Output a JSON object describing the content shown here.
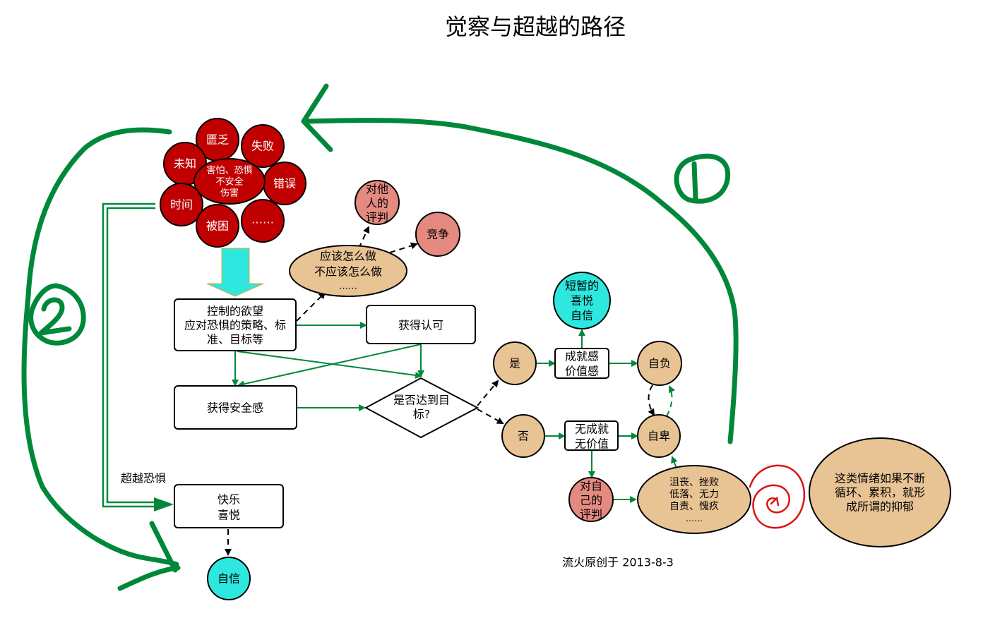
{
  "title": "觉察与超越的路径",
  "colors": {
    "fear_red": "#c00000",
    "tan": "#e8c394",
    "pink": "#e58a80",
    "cyan": "#2ee8e0",
    "green": "#00883a",
    "red_spiral": "#dd1111",
    "stroke": "#000000"
  },
  "fear_cluster": {
    "center": [
      "害怕、恐惧",
      "不安全",
      "伤害"
    ],
    "petals": [
      "匮乏",
      "失败",
      "未知",
      "错误",
      "时间",
      "被困",
      "……"
    ]
  },
  "boxes": {
    "control": [
      "控制的欲望",
      "应对恐惧的策略、标",
      "准、目标等"
    ],
    "recognition": "获得认可",
    "security": "获得安全感",
    "joy": [
      "快乐",
      "喜悦"
    ],
    "achievement": [
      "成就感",
      "价值感"
    ],
    "no_achievement": [
      "无成就",
      "无价值"
    ]
  },
  "ellipses": {
    "should": [
      "应该怎么做",
      "不应该怎么做",
      "……"
    ],
    "emotions": [
      "沮丧、挫败",
      "低落、无力",
      "自责、愧疚",
      "……"
    ],
    "depression": [
      "这类情绪如果不断",
      "循环、累积，就形",
      "成所谓的抑郁"
    ]
  },
  "circles": {
    "judge_others": [
      "对他",
      "人的",
      "评判"
    ],
    "competition": "竞争",
    "yes": "是",
    "no": "否",
    "short_joy": [
      "短暂的",
      "喜悦",
      "自信"
    ],
    "arrogance": "自负",
    "inferiority": "自卑",
    "judge_self": [
      "对自",
      "己的",
      "评判"
    ],
    "confidence": "自信"
  },
  "decision": [
    "是否达到目",
    "标?"
  ],
  "labels": {
    "transcend_fear": "超越恐惧",
    "credit": "流火原创于 2013-8-3",
    "path_one": "1",
    "path_two": "2"
  }
}
